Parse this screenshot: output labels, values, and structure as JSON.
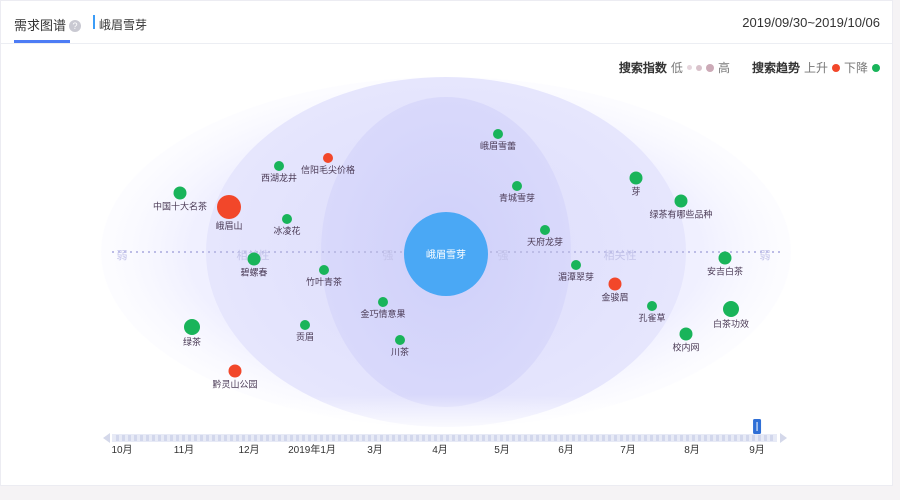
{
  "header": {
    "tab_label": "需求图谱",
    "help_icon": "?",
    "keyword_tab": "峨眉雪芽",
    "date_range": "2019/09/30~2019/10/06"
  },
  "legend": {
    "search_index_label": "搜索指数",
    "low": "低",
    "high": "高",
    "trend_label": "搜索趋势",
    "up": "上升",
    "down": "下降",
    "colors": {
      "up": "#f2472a",
      "down": "#19b45a",
      "center": "#4aa8f5"
    }
  },
  "graph": {
    "center": {
      "label": "峨眉雪芽"
    },
    "axis_markers": [
      "弱",
      "相关性",
      "强",
      "强",
      "相关性",
      "弱"
    ],
    "nodes": [
      {
        "label": "中国十大名茶",
        "trend": "down",
        "size": "m"
      },
      {
        "label": "峨眉山",
        "trend": "up",
        "size": "xl"
      },
      {
        "label": "西湖龙井",
        "trend": "down",
        "size": "s"
      },
      {
        "label": "信阳毛尖价格",
        "trend": "up",
        "size": "s"
      },
      {
        "label": "冰凌花",
        "trend": "down",
        "size": "s"
      },
      {
        "label": "碧螺春",
        "trend": "down",
        "size": "m"
      },
      {
        "label": "竹叶青茶",
        "trend": "down",
        "size": "s"
      },
      {
        "label": "绿茶",
        "trend": "down",
        "size": "l"
      },
      {
        "label": "贡眉",
        "trend": "down",
        "size": "s"
      },
      {
        "label": "金巧情意果",
        "trend": "down",
        "size": "s"
      },
      {
        "label": "川茶",
        "trend": "down",
        "size": "s"
      },
      {
        "label": "黔灵山公园",
        "trend": "up",
        "size": "m"
      },
      {
        "label": "峨眉雪蕾",
        "trend": "down",
        "size": "s"
      },
      {
        "label": "青城雪芽",
        "trend": "down",
        "size": "s"
      },
      {
        "label": "天府龙芽",
        "trend": "down",
        "size": "s"
      },
      {
        "label": "湄潭翠芽",
        "trend": "down",
        "size": "s"
      },
      {
        "label": "金骏眉",
        "trend": "up",
        "size": "m"
      },
      {
        "label": "孔雀草",
        "trend": "down",
        "size": "s"
      },
      {
        "label": "芽",
        "trend": "down",
        "size": "m"
      },
      {
        "label": "绿茶有哪些品种",
        "trend": "down",
        "size": "m"
      },
      {
        "label": "安吉白茶",
        "trend": "down",
        "size": "m"
      },
      {
        "label": "白茶功效",
        "trend": "down",
        "size": "l"
      },
      {
        "label": "校内网",
        "trend": "down",
        "size": "m"
      }
    ]
  },
  "timeline": {
    "labels": [
      "10月",
      "11月",
      "12月",
      "2019年1月",
      "3月",
      "4月",
      "5月",
      "6月",
      "7月",
      "8月",
      "9月"
    ],
    "selected_fraction": 0.97
  }
}
